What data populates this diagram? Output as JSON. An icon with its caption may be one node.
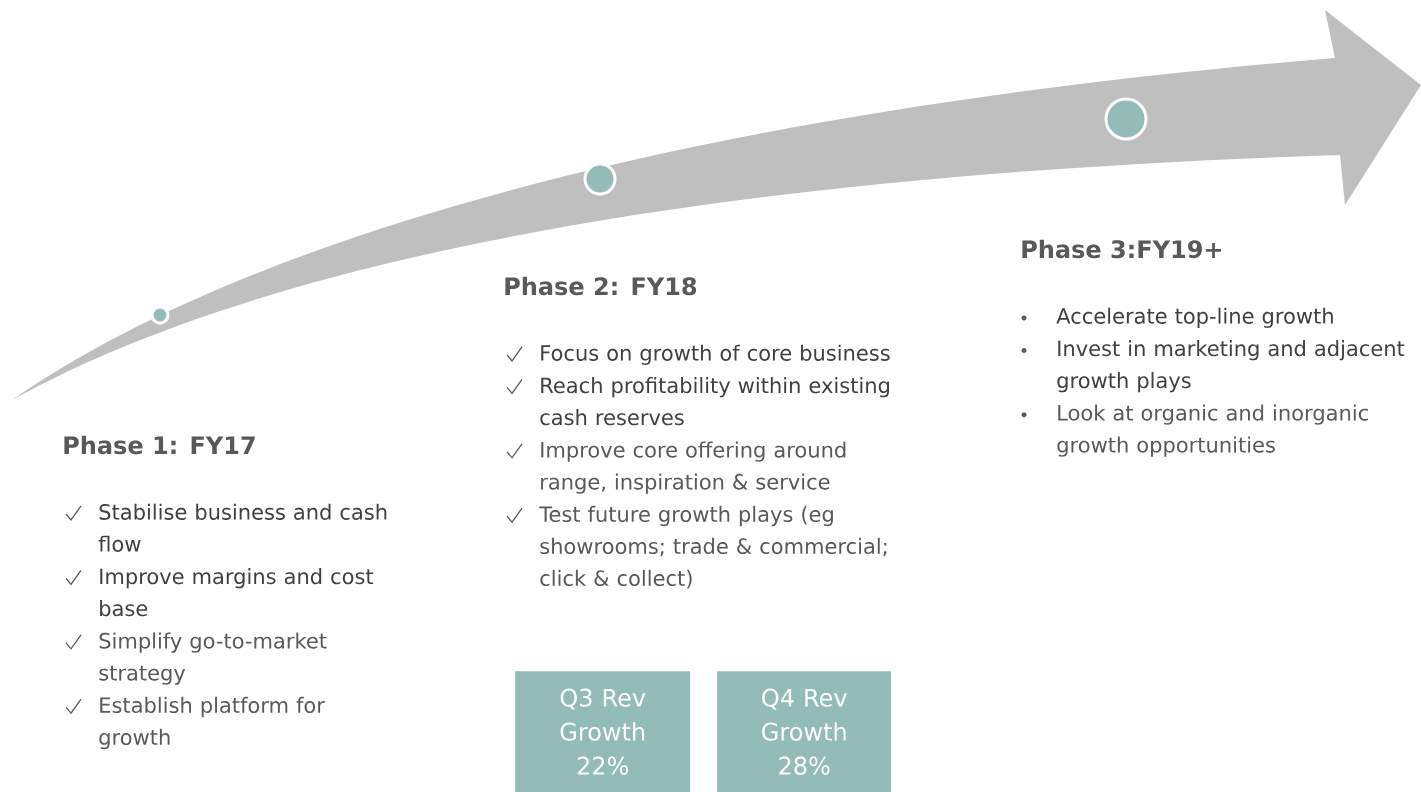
{
  "diagram": {
    "nodes": [
      {
        "text": [],
        "shape": "circle"
      },
      {
        "text": [],
        "shape": "circle"
      },
      {
        "text": [],
        "shape": "circle"
      },
      {
        "text": [
          "Q3 Rev Growth 22%"
        ]
      },
      {
        "text": [
          "Q4 Rev Growth 28%"
        ]
      }
    ],
    "labels": [
      "Phase 1: FY17",
      "Stabilise business and cash flow",
      "Improve margins and cost base",
      "Simplify go-to-market strategy",
      "Establish platform for growth",
      "Phase 2: FY18",
      "Focus on growth of core business",
      "Reach profitability within existing cash reserves",
      "Improve core offering around range, inspiration & service",
      "Test future growth plays (eg showrooms; trade & commercial; click & collect)",
      "Phase 3:FY19+",
      "Accelerate top-line growth",
      "Invest in marketing and adjacent growth plays",
      "Look at organic and inorganic growth opportunities"
    ]
  }
}
